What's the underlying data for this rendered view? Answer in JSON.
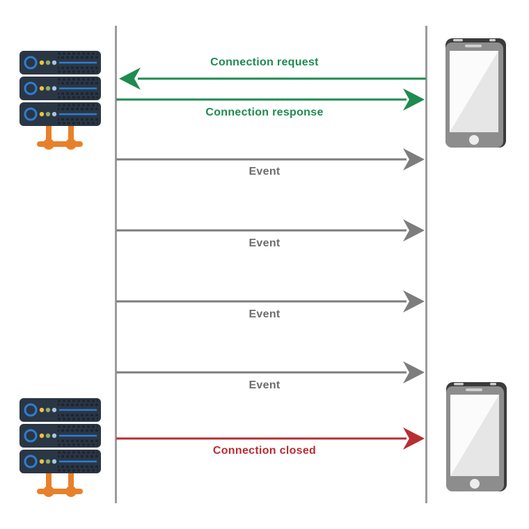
{
  "diagram_title": "",
  "actors": {
    "server_top": {
      "icon": "server-rack-icon"
    },
    "phone_top": {
      "icon": "smartphone-icon"
    },
    "server_bottom": {
      "icon": "server-rack-icon"
    },
    "phone_bottom": {
      "icon": "smartphone-icon"
    }
  },
  "messages": [
    {
      "label": "Connection request",
      "direction": "left",
      "color": "green"
    },
    {
      "label": "Connection response",
      "direction": "right",
      "color": "green"
    },
    {
      "label": "Event",
      "direction": "right",
      "color": "gray"
    },
    {
      "label": "Event",
      "direction": "right",
      "color": "gray"
    },
    {
      "label": "Event",
      "direction": "right",
      "color": "gray"
    },
    {
      "label": "Event",
      "direction": "right",
      "color": "gray"
    },
    {
      "label": "Connection closed",
      "direction": "right",
      "color": "red"
    }
  ],
  "colors": {
    "green": "#1e8b4f",
    "gray": "#7d7d7d",
    "red": "#b82d32",
    "textGray": "#6d6d6d",
    "lifeline": "#9c9c9c",
    "serverBody": "#2b3644",
    "serverVent": "#1c2530",
    "blue": "#2d7ed3",
    "dotYellow": "#e9c43f",
    "dotGreen": "#93ad67",
    "dotBlue": "#a6c6dd",
    "orange": "#e8802a",
    "phoneFrame": "#3b3b3b",
    "phoneBody": "#8d8d8d",
    "phoneDetail": "#cfcfcf",
    "phoneScreenBase": "#e6e6e6",
    "phoneScreenGlare": "#fbfbfb",
    "phoneButton": "#ededed"
  }
}
